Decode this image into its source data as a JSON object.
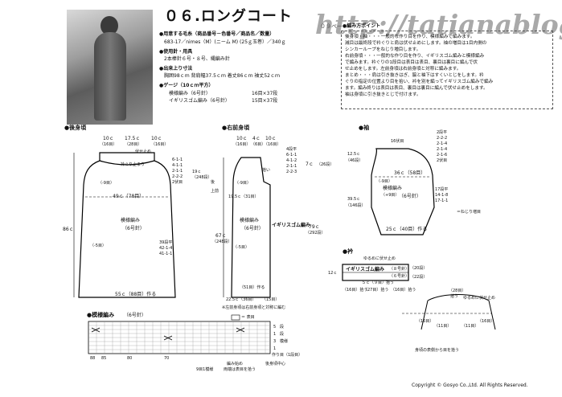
{
  "header": {
    "title": "０６.ロングコート",
    "watermark": "http://tatianablog.",
    "ref_label": "０９ページの作品"
  },
  "materials": {
    "yarn_heading": "●用意する毛糸（商品番号－色番号／商品名／数量）",
    "yarn_line": "683-17／nimes（M）(ニーム M) (25ｇ玉巻）／340ｇ",
    "tools_heading": "●使用針・用具",
    "tools_line": "2本棒針６号・８号、縄編み針",
    "size_heading": "●出来上り寸法",
    "size_line": "胸囲98ｃｍ 背肩幅37.5ｃｍ 着丈86ｃｍ 袖丈52ｃｍ",
    "gauge_heading": "●ゲージ（10ｃｍ平方）",
    "gauge_rows": [
      {
        "name": "模様編み（6号針）",
        "value": "16目×37段"
      },
      {
        "name": "イギリスゴム編み（6号針）",
        "value": "15目×37段"
      }
    ]
  },
  "points": {
    "heading": "●編み方ポイント",
    "lines": [
      "後身頃・袖・・・一般的な作り目を作り、模様編みで編みます。",
      "減目は最終段で衿ぐりと肩は伏せ止めにします。袖の増目は1目内側の",
      "シンカーループをねじり増目します。",
      "右前身頃・・・一般的な作り目を作り、イギリスゴム編みと模様編み",
      "で編みます。衿ぐりの1段目は表目は表目、裏目は裏目に編んで伏",
      "せ止めをします。左前身頃は右前身頃と対称に編みます。",
      "まとめ・・・肩は引き抜きはぎ、脇と袖下はすくいとじをします。衿",
      "ぐりの指定の位置より目を拾い、衿を別を編ってイギリスゴム編みで編み",
      "ます。編み終りは表目は表目、裏目は裏目に編んで伏せ止めをします。",
      "袖は身頃に引き抜きとじで付けます。"
    ]
  },
  "sections": {
    "back": "●後身頃",
    "front": "●右前身頃",
    "sleeve": "●袖",
    "collar": "●衿",
    "pattern": "●模様編み",
    "pattern_needle": "（6号針）"
  },
  "back": {
    "top_widths": [
      "10ｃ",
      "17.5ｃ",
      "10ｃ"
    ],
    "top_stitches": [
      "（16目）",
      "（28目）",
      "（16目）"
    ],
    "bind_off": "伏せ止め",
    "neck_bind": "衿ぐり止まり",
    "neck_dec": [
      "6-1-1",
      "4-1-1",
      "2-1-1",
      "2-2-2",
      "2伏目"
    ],
    "armhole_h": "19ｃ",
    "armhole_rows": "（248段）",
    "bust_w": "49ｃ（78目）",
    "dec_mark": "（-9目）",
    "fabric": "模様編み",
    "needle": "（6号針）",
    "side_dec": "（-5目）",
    "side_rows": [
      "39段平",
      "42-1-4",
      "41-1-1"
    ],
    "total_h": "86ｃ",
    "hem": "55ｃ（88目）作る"
  },
  "front": {
    "top_widths": [
      "10ｃ",
      "4ｃ",
      "10ｃ"
    ],
    "top_stitches": [
      "（16目）",
      "（6目）",
      "（16目）"
    ],
    "neck_rows": [
      "4段平",
      "6-1-1",
      "4-1-2",
      "2-1-1",
      "2-2-3"
    ],
    "pick_up": "拾い",
    "arm_dec": "（-9目）",
    "chest_w": "19.5ｃ（31目）",
    "fabric": "模様編み",
    "needle": "（6号針）",
    "rib": "イギリスゴム編み",
    "collar_h": "7ｃ",
    "collar_rows": "（26段）",
    "total_h": "79ｃ",
    "total_rows": "（292段）",
    "length": "67ｃ",
    "length_rows": "（248段）",
    "side_dec": "（-5目）",
    "hem_a": "（51目）作る",
    "hem_b": "22.5ｃ（36目）",
    "hem_c": "（15目）",
    "note": "※左前身頃は右前身頃と対称に編む",
    "back_label": "後",
    "front_label": "上前"
  },
  "sleeve": {
    "top_stitches": "16伏目",
    "top_rows": [
      "2段平",
      "2-2-2",
      "2-1-4",
      "2-1-4",
      "2-1-6",
      "2伏目"
    ],
    "cap_h": "12.5ｃ",
    "cap_rows": "（46段）",
    "upper_w": "36ｃ（58目）",
    "dec": "（-9目）",
    "fabric": "模様編み",
    "needle": "（6号針）",
    "inc": "（+9目）",
    "body_h": "39.5ｃ",
    "body_rows": "（146段）",
    "side_rows": [
      "17段平",
      "14-1-8",
      "17-1-1"
    ],
    "cuff": "25ｃ（40目）作る",
    "twist_inc": "＝ねじり増目"
  },
  "collar": {
    "top_note": "ゆるめに伏せ止め",
    "rib": "イギリスゴム編み",
    "needle_a": "（８号針）",
    "needle_b": "（６号針）",
    "rows_a": "（20段）",
    "rows_b": "（22段）",
    "width_h": "12ｃ",
    "mid": "５ｃ（９目）拾う",
    "picks": [
      "（16目）拾う",
      "（27目）拾う",
      "（16目）拾う"
    ],
    "picks2": [
      "（28目）",
      "拾う"
    ],
    "side_picks": [
      "（16目）",
      "（11目）",
      "（11目）",
      "（16目）"
    ],
    "bind_note": "ゆるめに伏せ止め",
    "note": "身頃の表側から目を拾う"
  },
  "pattern": {
    "legend_blank": "＝ 表目",
    "bottom_numbers": [
      "88",
      "85",
      "80",
      "70"
    ],
    "row_nums": [
      "5",
      "1",
      "3",
      "1"
    ],
    "row_labels": [
      "段",
      "段",
      "模様"
    ],
    "cast_on": "作り目（1段目）",
    "repeat_label": "9目1模様",
    "start_label": "編み始め",
    "end_label": "両端は表目を拾う",
    "back_center": "後身頃中心"
  },
  "footer": {
    "copyright": "Copyright © Gosyo Co.,Ltd. All Rights Reserved."
  }
}
